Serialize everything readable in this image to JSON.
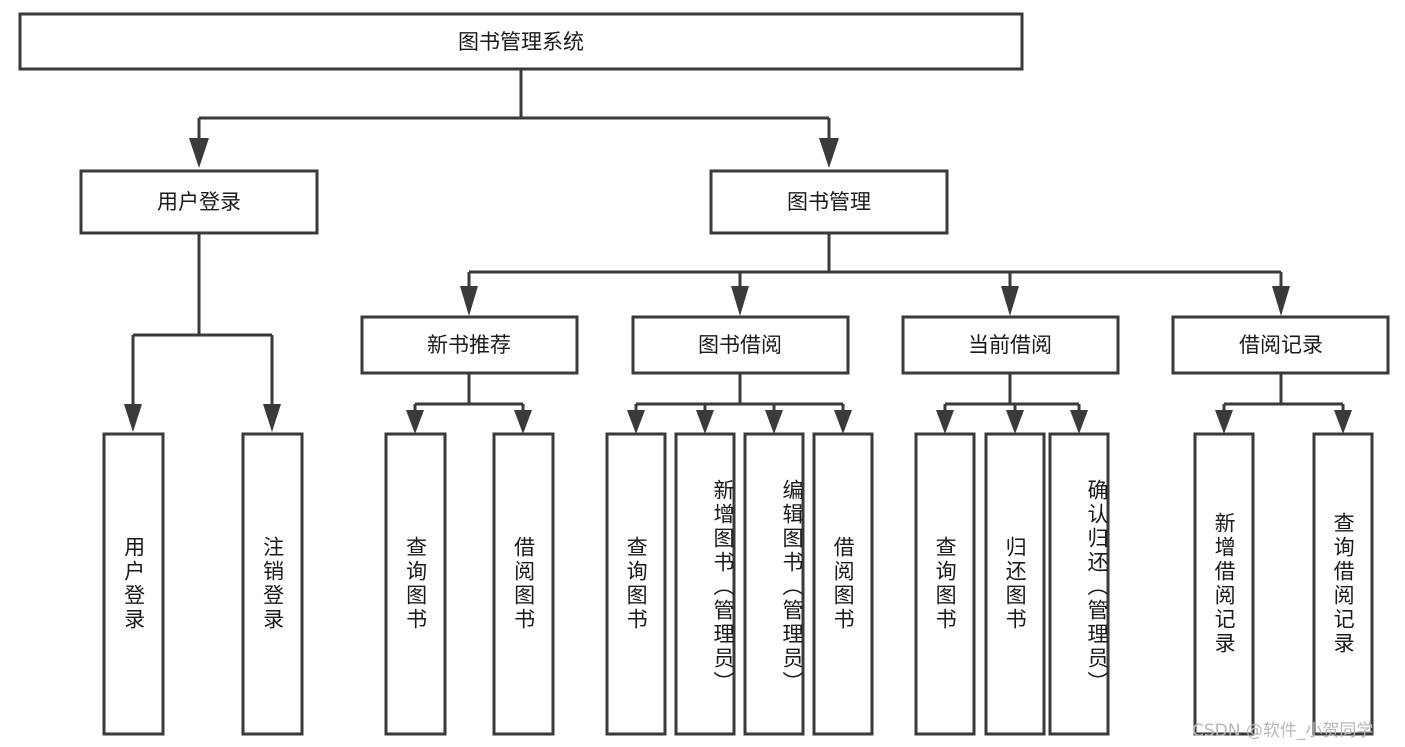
{
  "diagram": {
    "title": "图书管理系统",
    "type": "tree-hierarchy-chart",
    "root": {
      "label": "图书管理系统"
    },
    "level2": [
      {
        "label": "用户登录"
      },
      {
        "label": "图书管理"
      }
    ],
    "level3": [
      {
        "label": "新书推荐"
      },
      {
        "label": "图书借阅"
      },
      {
        "label": "当前借阅"
      },
      {
        "label": "借阅记录"
      }
    ],
    "leaves": {
      "user_login": [
        {
          "label": "用户登录"
        },
        {
          "label": "注销登录"
        }
      ],
      "new_book_recommend": [
        {
          "label": "查询图书"
        },
        {
          "label": "借阅图书"
        }
      ],
      "book_borrow": [
        {
          "label": "查询图书"
        },
        {
          "label": "新增图书（管理员）"
        },
        {
          "label": "编辑图书（管理员）"
        },
        {
          "label": "借阅图书"
        }
      ],
      "current_borrow": [
        {
          "label": "查询图书"
        },
        {
          "label": "归还图书"
        },
        {
          "label": "确认归还（管理员）"
        }
      ],
      "borrow_record": [
        {
          "label": "新增借阅记录"
        },
        {
          "label": "查询借阅记录"
        }
      ]
    }
  },
  "watermark": {
    "text": "CSDN @软件_小贺同学"
  },
  "colors": {
    "stroke": "#3a3a3a",
    "fill": "#ffffff",
    "text": "#1a1a1a",
    "watermark": "#b8b8b8"
  }
}
